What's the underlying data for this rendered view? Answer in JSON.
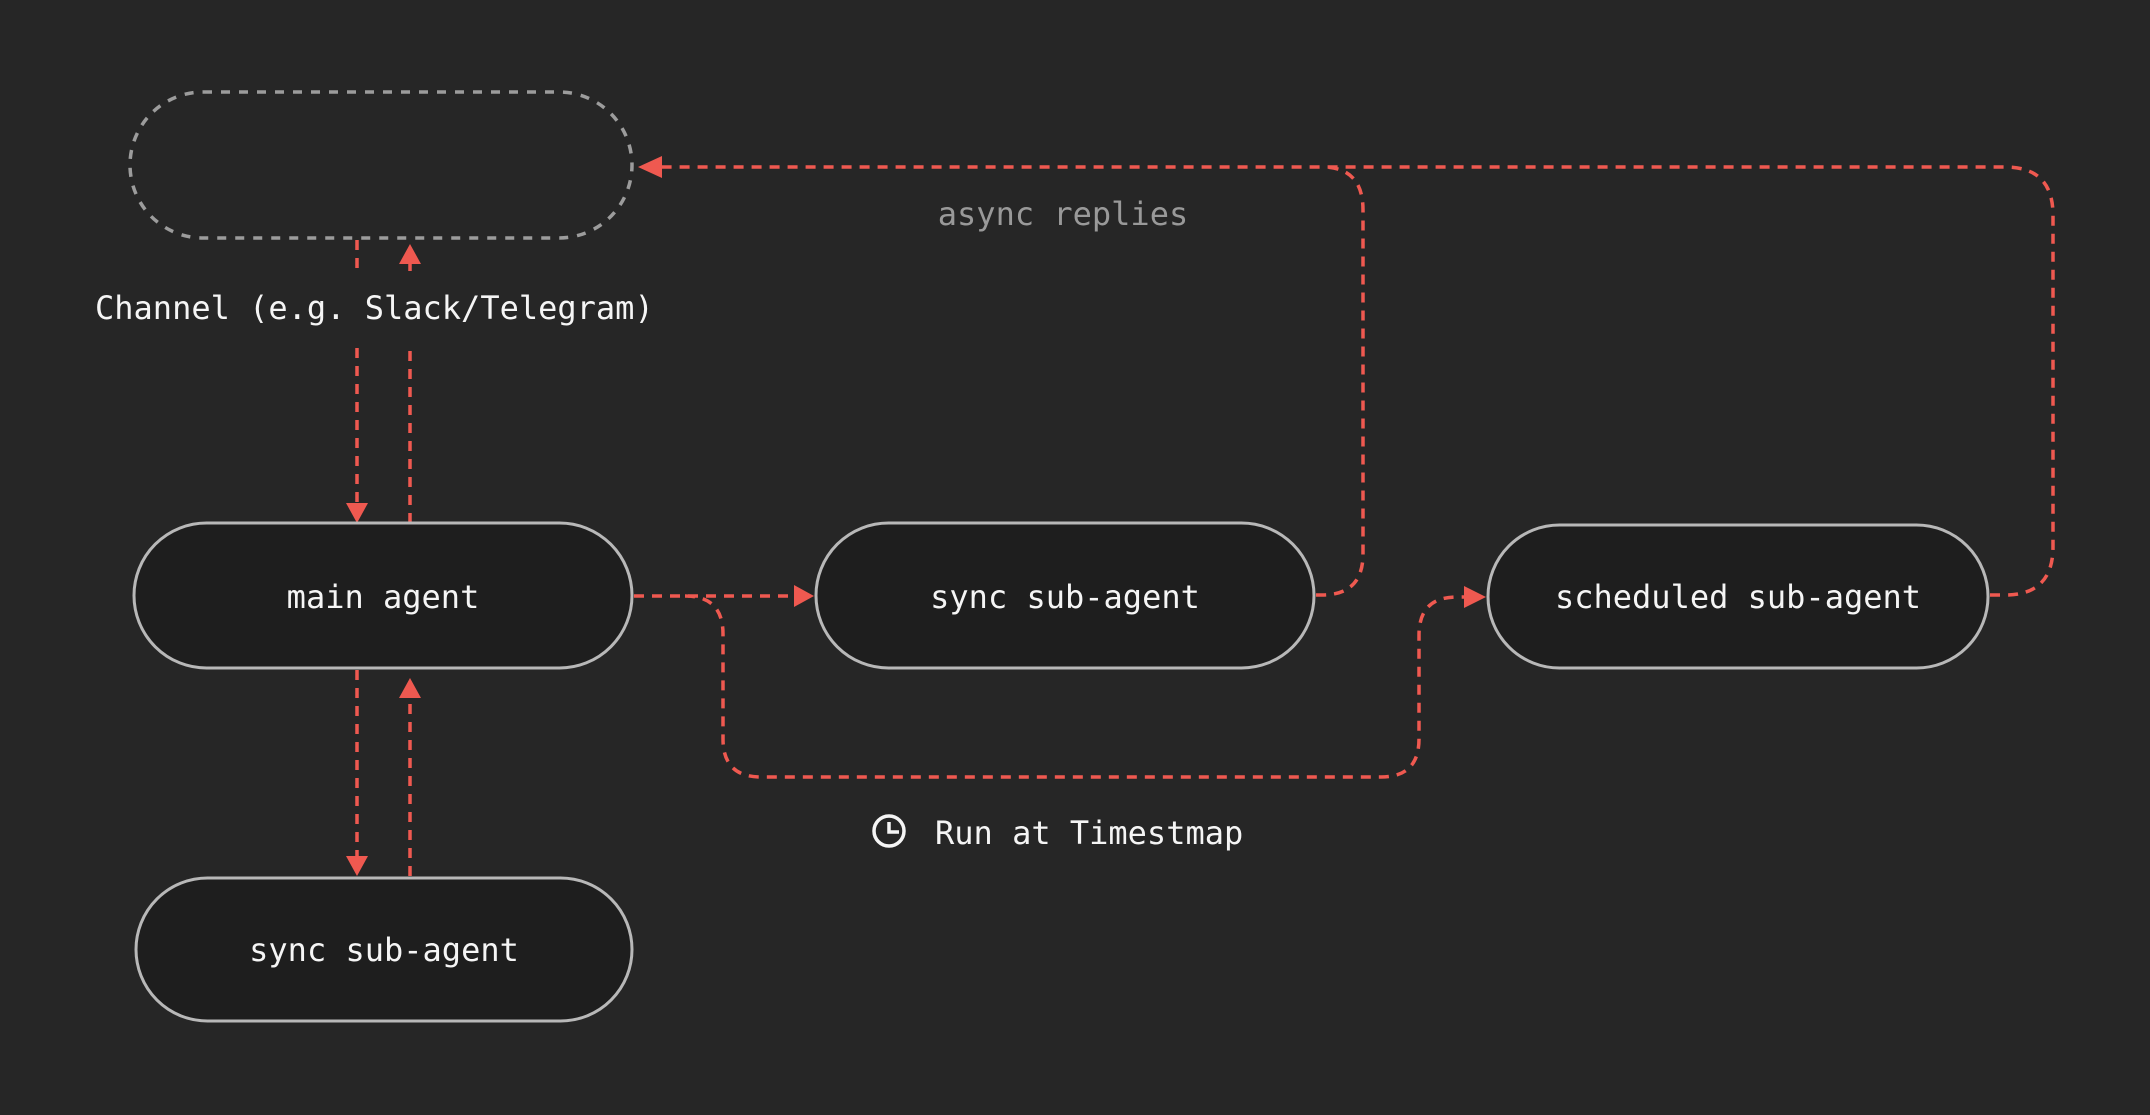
{
  "canvas": {
    "background": "#262626"
  },
  "colors": {
    "edge_red": "#ef5950",
    "node_border": "#b8b8b8",
    "node_fill": "#1e1e1e",
    "channel_dashed_border": "#9c9c9c",
    "label_white": "#f5f5f5",
    "label_gray": "#999999"
  },
  "nodes": {
    "channel": {
      "caption": "Channel (e.g. Slack/Telegram)"
    },
    "main_agent": {
      "label": "main agent"
    },
    "sync_sub_agent_mid": {
      "label": "sync sub-agent"
    },
    "scheduled_sub_agent": {
      "label": "scheduled sub-agent"
    },
    "sync_sub_agent_bottom": {
      "label": "sync sub-agent"
    }
  },
  "edge_labels": {
    "async_replies": "async replies",
    "run_at_timestamp": "Run at Timestmap"
  }
}
